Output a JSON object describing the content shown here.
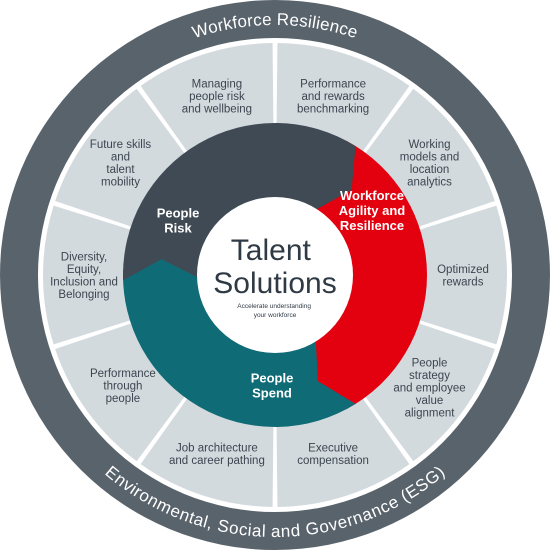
{
  "outer_ring": {
    "top_label": "Workforce Resilience",
    "bottom_label": "Environmental, Social and Governance (ESG)"
  },
  "segments": [
    [
      "Performance",
      "and rewards",
      "benchmarking"
    ],
    [
      "Working",
      "models and",
      "location",
      "analytics"
    ],
    [
      "Optimized",
      "rewards"
    ],
    [
      "People",
      "strategy",
      "and employee",
      "value",
      "alignment"
    ],
    [
      "Executive",
      "compensation"
    ],
    [
      "Job architecture",
      "and career pathing"
    ],
    [
      "Performance",
      "through",
      "people"
    ],
    [
      "Diversity,",
      "Equity,",
      "Inclusion and",
      "Belonging"
    ],
    [
      "Future skills",
      "and",
      "talent",
      "mobility"
    ],
    [
      "Managing",
      "people risk",
      "and wellbeing"
    ]
  ],
  "core": {
    "people_risk": [
      "People",
      "Risk"
    ],
    "workforce_agility": [
      "Workforce",
      "Agility and",
      "Resilience"
    ],
    "people_spend": [
      "People",
      "Spend"
    ]
  },
  "center": {
    "title": [
      "Talent",
      "Solutions"
    ],
    "subtitle": [
      "Accelerate understanding",
      "your workforce"
    ]
  },
  "colors": {
    "outer_ring": "#59636c",
    "segment_fill": "#d3dade",
    "people_risk": "#3f4a55",
    "workforce_agility": "#e3000f",
    "people_spend": "#0f6b76",
    "center_circle": "#ffffff",
    "text_dark": "#3c4650"
  }
}
